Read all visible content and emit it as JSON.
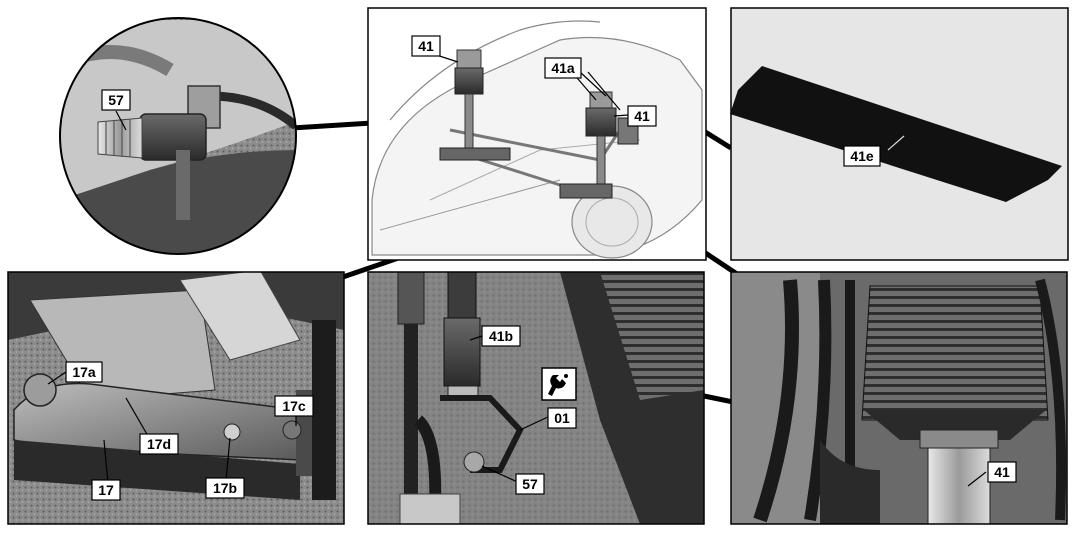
{
  "labels": {
    "p1": [
      "57"
    ],
    "p2": [
      "41",
      "41a",
      "41"
    ],
    "p3": [
      "41e"
    ],
    "p4": [
      "17a",
      "17c",
      "17d",
      "17",
      "17b"
    ],
    "p5": [
      "41b",
      "01",
      "57"
    ],
    "p6": [
      "41"
    ]
  },
  "icons": {
    "p5": "wrench-symbol-icon"
  }
}
